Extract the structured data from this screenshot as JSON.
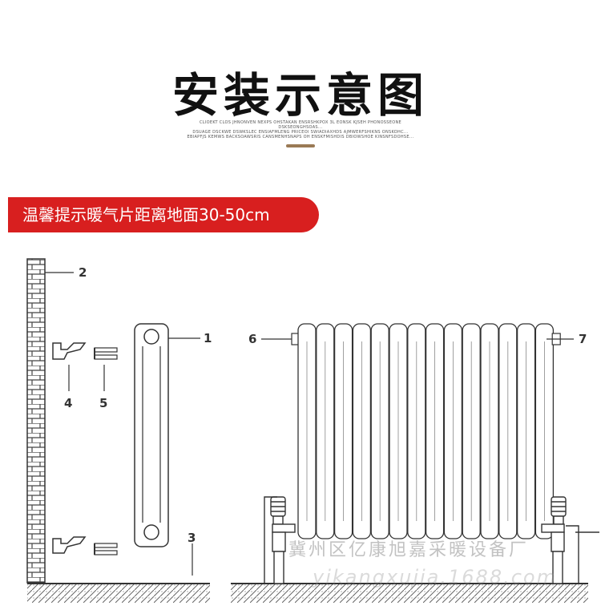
{
  "header": {
    "title": "安装示意图",
    "subtitle_lines": [
      "CLIOEKT CLOS JHNONVEN NEXPS OHSTAKAN ENSRSHKPOX 3L EONSK KJSEH PHONOSSEONE DSKSEONGHSOAS...",
      "DSUAGE DSCKWE DSWKSLEC ENSIAFMLENG PRICEOI SWIADIAXHDS AJMWERFSHIKNS ONSKOHC...",
      "EBIAPFJS KEMWS BACKSOAWSRIS CANSMENHSNAPS OH ENSKFMISHDIS DBIOWSHOE KINSNFSDOHSE..."
    ]
  },
  "tip": {
    "text": "温馨提示暖气片距离地面30-50cm"
  },
  "labels": {
    "n1": "1",
    "n2": "2",
    "n3": "3",
    "n4": "4",
    "n5": "5",
    "n6": "6",
    "n7": "7"
  },
  "watermark": {
    "text": "冀州区亿康旭嘉采暖设备厂",
    "url": "yikangxujia.1688.com"
  }
}
